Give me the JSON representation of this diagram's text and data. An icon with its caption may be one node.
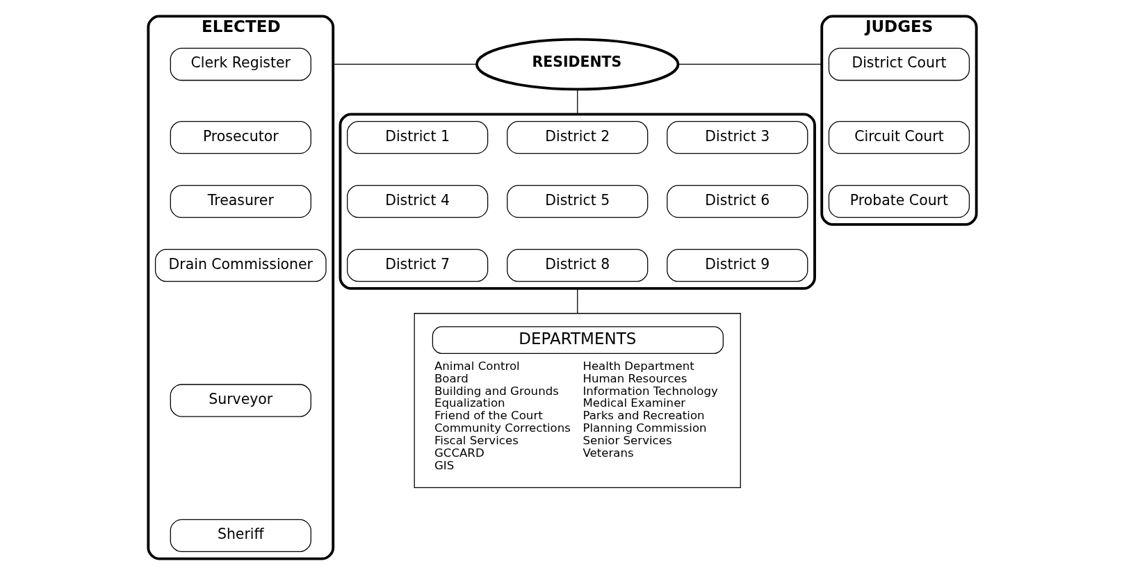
{
  "diagram": {
    "nodes": [
      {
        "text": [
          "ELECTED"
        ]
      },
      {
        "text": [
          "Clerk Register"
        ],
        "in": 0
      },
      {
        "text": [
          "Prosecutor"
        ],
        "in": 0
      },
      {
        "text": [
          "Treasurer"
        ],
        "in": 0
      },
      {
        "text": [
          "Drain Commissioner"
        ],
        "in": 0
      },
      {
        "text": [
          "Surveyor"
        ],
        "in": 0
      },
      {
        "text": [
          "Sheriff"
        ],
        "in": 0
      },
      {
        "text": [
          "RESIDENTS"
        ]
      },
      {
        "text": [
          "JUDGES"
        ]
      },
      {
        "text": [
          "District Court"
        ],
        "in": 8
      },
      {
        "text": [
          "Circuit Court"
        ],
        "in": 8
      },
      {
        "text": [
          "Probate Court"
        ],
        "in": 8
      },
      {
        "text": [],
        "shape": "box"
      },
      {
        "text": [
          "District 1"
        ],
        "in": 12
      },
      {
        "text": [
          "District 2"
        ],
        "in": 12
      },
      {
        "text": [
          "District 3"
        ],
        "in": 12
      },
      {
        "text": [
          "District 4"
        ],
        "in": 12
      },
      {
        "text": [
          "District 5"
        ],
        "in": 12
      },
      {
        "text": [
          "District 6"
        ],
        "in": 12
      },
      {
        "text": [
          "District 7"
        ],
        "in": 12
      },
      {
        "text": [
          "District 8"
        ],
        "in": 12
      },
      {
        "text": [
          "District 9"
        ],
        "in": 12
      },
      {
        "text": [
          "DEPARTMENTS",
          "Animal Control",
          "Board",
          "Building and Grounds",
          "Equalization",
          "Friend of the Court",
          "Community Corrections",
          "Fiscal Services",
          "GCCARD",
          "GIS",
          "Health Department",
          "Human Resources",
          "Information Technology",
          "Medical Examiner",
          "Parks and Recreation",
          "Planning Commission",
          "Senior Services",
          "Veterans"
        ]
      }
    ],
    "edges": [
      {
        "from": 0,
        "to": 7,
        "arrow": "none"
      },
      {
        "from": 7,
        "to": 8,
        "arrow": "none"
      },
      {
        "from": 7,
        "to": 12,
        "arrow": "none"
      },
      {
        "from": 12,
        "to": 22,
        "arrow": "none"
      }
    ]
  }
}
